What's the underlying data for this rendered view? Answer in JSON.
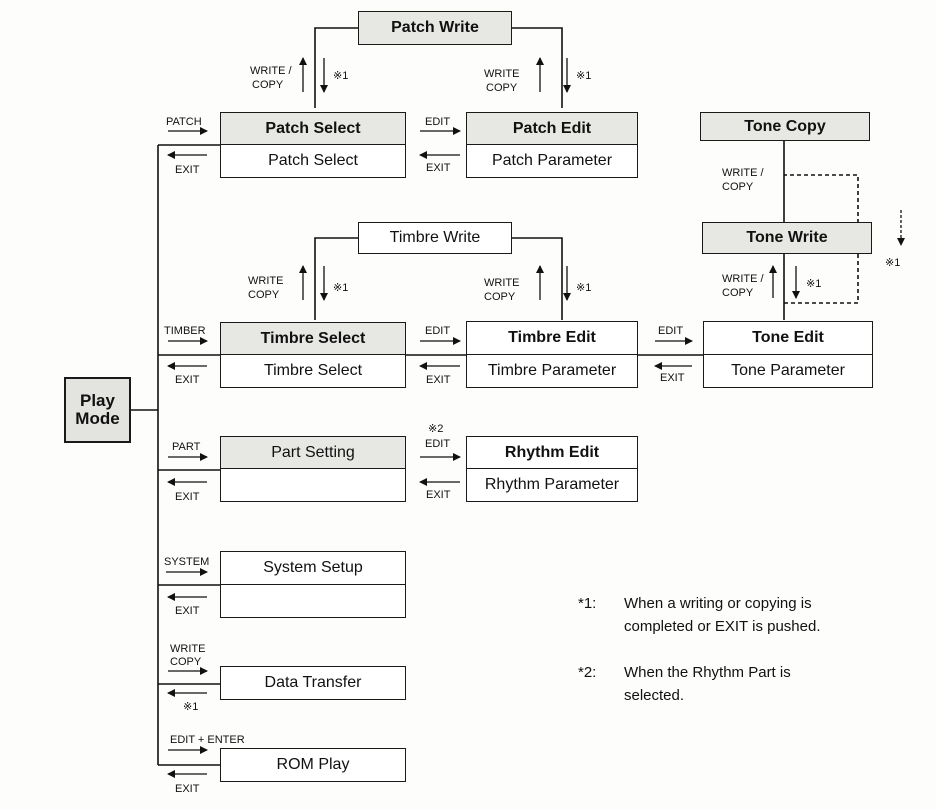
{
  "boxes": {
    "patch_write": "Patch Write",
    "patch_select_top": "Patch Select",
    "patch_select_bottom": "Patch Select",
    "patch_edit_top": "Patch Edit",
    "patch_edit_bottom": "Patch Parameter",
    "tone_copy": "Tone Copy",
    "timbre_write": "Timbre Write",
    "tone_write": "Tone Write",
    "timbre_select_top": "Timbre Select",
    "timbre_select_bottom": "Timbre Select",
    "timbre_edit_top": "Timbre Edit",
    "timbre_edit_bottom": "Timbre Parameter",
    "tone_edit_top": "Tone Edit",
    "tone_edit_bottom": "Tone Parameter",
    "play_mode_line1": "Play",
    "play_mode_line2": "Mode",
    "part_setting": "Part Setting",
    "rhythm_edit_top": "Rhythm Edit",
    "rhythm_edit_bottom": "Rhythm Parameter",
    "system_setup": "System Setup",
    "data_transfer": "Data Transfer",
    "rom_play": "ROM Play"
  },
  "labels": {
    "patch": "PATCH",
    "timber": "TIMBER",
    "part": "PART",
    "system": "SYSTEM",
    "write_copy_1": "WRITE",
    "write_copy_2": "COPY",
    "edit_enter": "EDIT + ENTER",
    "exit": "EXIT",
    "edit": "EDIT",
    "write": "WRITE",
    "write_slash": "WRITE /",
    "copy": "COPY",
    "mark1": "※1",
    "mark2": "※2"
  },
  "notes": [
    {
      "mark": "*1:",
      "line1": "When a writing or copying is",
      "line2": "completed or EXIT is pushed."
    },
    {
      "mark": "*2:",
      "line1": "When the Rhythm Part is",
      "line2": "selected."
    }
  ]
}
